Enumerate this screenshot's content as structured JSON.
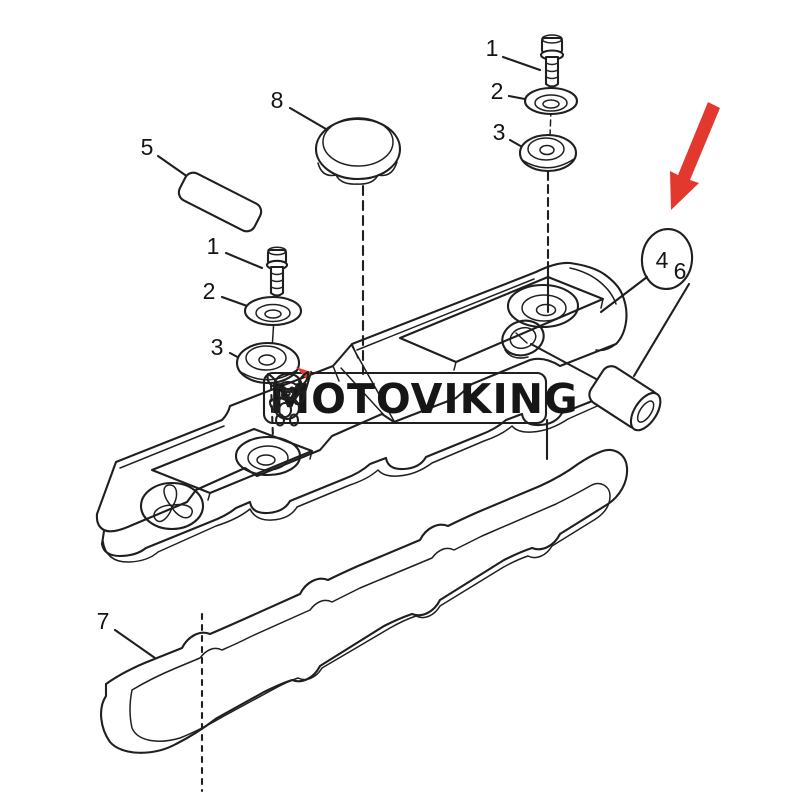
{
  "figure": {
    "kind": "exploded-parts-diagram",
    "line_color": "#1f1f1f",
    "background": "#ffffff"
  },
  "watermark": {
    "text": "MOTOVIKING",
    "band_color": "#f6f5f2",
    "text_color": "#161616",
    "mascot": "viking-dog-mascot",
    "mascot_body_color": "#8a5632",
    "mascot_helmet_color": "#98a0a8",
    "mascot_flag_color": "#e03c30"
  },
  "highlight": {
    "part_label": "4",
    "arrow_color": "#e2382e",
    "circle_color": "#cb4340"
  },
  "callouts": [
    {
      "id": "bolt-right",
      "label": "1"
    },
    {
      "id": "washer-right",
      "label": "2"
    },
    {
      "id": "grommet-right",
      "label": "3"
    },
    {
      "id": "filler-cap",
      "label": "8"
    },
    {
      "id": "plate",
      "label": "5"
    },
    {
      "id": "bolt-left",
      "label": "1"
    },
    {
      "id": "washer-left",
      "label": "2"
    },
    {
      "id": "grommet-left",
      "label": "3"
    },
    {
      "id": "valve-cover",
      "label": "4"
    },
    {
      "id": "breather-tube",
      "label": "6"
    },
    {
      "id": "gasket",
      "label": "7"
    }
  ]
}
